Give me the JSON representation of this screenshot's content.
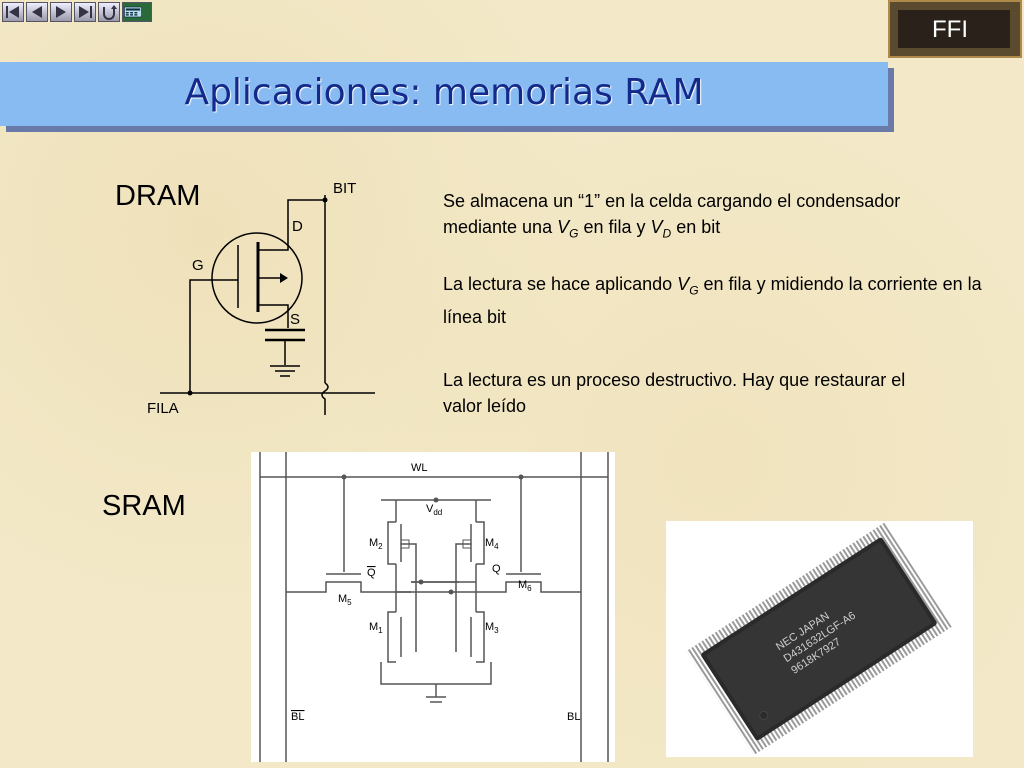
{
  "nav": {
    "buttons": [
      "first-icon",
      "previous-icon",
      "next-icon",
      "last-icon",
      "return-icon",
      "calculator-icon"
    ]
  },
  "logo": {
    "text": "FFI"
  },
  "title": "Aplicaciones: memorias RAM",
  "dram": {
    "label": "DRAM",
    "labels": {
      "bit": "BIT",
      "d": "D",
      "g": "G",
      "s": "S",
      "fila": "FILA"
    }
  },
  "paragraphs": [
    {
      "before": "Se almacena un “1” en la celda cargando el condensador mediante una ",
      "v1": "V",
      "s1": "G",
      "mid": " en fila y ",
      "v2": "V",
      "s2": "D",
      "after": " en bit"
    },
    {
      "before": "La lectura se hace aplicando ",
      "v1": "V",
      "s1": "G",
      "after": " en fila y midiendo la corriente en la línea bit"
    },
    {
      "text": "La lectura es un proceso destructivo. Hay que restaurar el valor leído"
    }
  ],
  "sram": {
    "label": "SRAM",
    "labels": {
      "wl": "WL",
      "vdd": "V",
      "vdd_sub": "dd",
      "m1": "M",
      "m1_sub": "1",
      "m2": "M",
      "m2_sub": "2",
      "m3": "M",
      "m3_sub": "3",
      "m4": "M",
      "m4_sub": "4",
      "m5": "M",
      "m5_sub": "5",
      "m6": "M",
      "m6_sub": "6",
      "q": "Q",
      "qbar": "Q",
      "bl": "BL",
      "blbar": "BL"
    }
  },
  "chip": {
    "line1": "NEC JAPAN",
    "line2": "D431632LGF-A6",
    "line3": "9618K7927"
  }
}
